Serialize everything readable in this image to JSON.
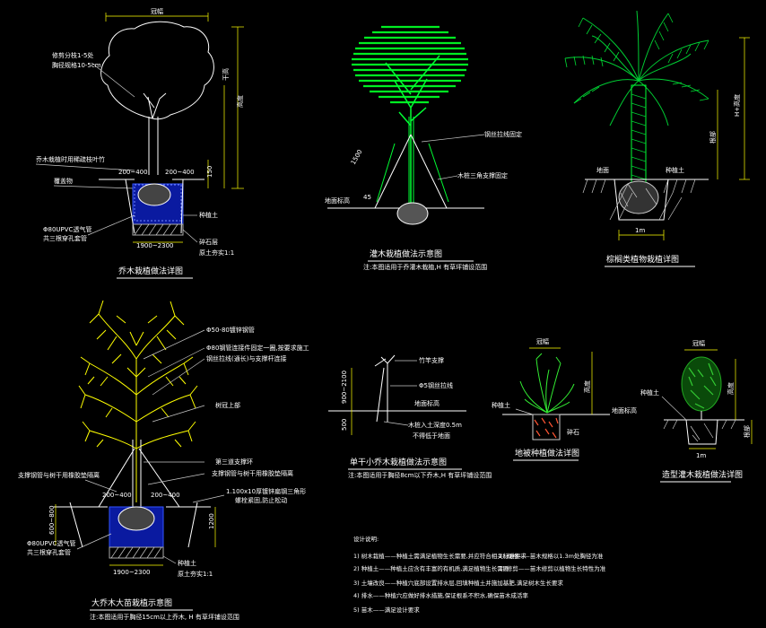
{
  "d1": {
    "title": "乔木栽植做法详图",
    "width_dim": "冠幅",
    "height_dim": "高度",
    "height_dim2": "干高",
    "root_dim": "150",
    "label_prune": "修剪分枝1-5处",
    "label_prune2": "胸径规格10-5cm",
    "label_spread": "乔木栽植时用稀疏枝叶竹",
    "label_mulch": "覆盖物",
    "label_pipe": "Φ80UPVC透气管",
    "label_pipe2": "共三根穿孔套管",
    "label_backfill": "种植土",
    "label_gravel": "碎石层",
    "label_base": "原土夯实1:1",
    "dim_l": "200~400",
    "dim_r": "200~400",
    "dim_bottom": "1900~2300"
  },
  "d2": {
    "title": "灌木栽植做法示意图",
    "subtitle": "注:本图适用于乔灌木栽植,H 有草坪铺设范围",
    "label_wire": "钢丝拉线固定",
    "label_stake": "木桩三角支撑固定",
    "label_ground": "地面标高",
    "dim_h": "1500",
    "dim_angle": "45"
  },
  "d3": {
    "title": "棕榈类植物栽植详图",
    "label_ground": "地面",
    "label_soil": "种植土",
    "dim_h": "H+高度",
    "dim_h2": "根部",
    "dim_w": "1m"
  },
  "d4": {
    "title": "大乔木大苗栽植示意图",
    "subtitle": "注:本图适用于胸径15cm以上乔木, H 有草坪铺设范围",
    "label_top": "Φ50-80镀锌钢管",
    "label_1": "Φ80钢管连接件固定一圈,按要求施工",
    "label_2": "钢丝拉线(通长)与支撑杆连接",
    "label_3": "树冠上部",
    "label_4": "第三道支撑环",
    "label_5": "支撑钢管与树干用橡胶垫隔离",
    "label_6": "1.100x10厚镀锌扁钢三角形",
    "label_7": "螺栓紧固,防止松动",
    "label_left": "支撑钢管与树干用橡胶垫隔离",
    "label_pipe": "Φ80UPVC透气管",
    "label_pipe2": "共三根穿孔套管",
    "label_soil": "种植土",
    "label_base": "原土夯实1:1",
    "dim_l": "200~400",
    "dim_r": "200~400",
    "dim_bottom": "1900~2300",
    "dim_side_l": "600~800",
    "dim_side_r": "1200"
  },
  "d5": {
    "title": "单干小乔木栽植做法示意图",
    "subtitle": "注:本图适用于胸径8cm以下乔木,H 有草坪铺设范围",
    "label_1": "竹竿支撑",
    "label_2": "Φ5钢丝拉线",
    "label_3": "地面标高",
    "label_4": "木桩入土深度0.5m",
    "label_5": "不得低于地面",
    "dim_h": "900~2100",
    "dim_b": "500"
  },
  "d6": {
    "title": "地被种植做法详图",
    "top_dim": "冠幅",
    "side_dim": "高度",
    "label_l": "种植土",
    "label_r": "地面标高",
    "label_b": "碎石"
  },
  "d7": {
    "title": "造型灌木栽植做法详图",
    "top_dim": "冠幅",
    "side_dim": "高度",
    "side_dim2": "根部",
    "label_l": "种植土",
    "dim_w": "1m"
  },
  "notes": {
    "header": "设计说明:",
    "lines": [
      "1) 树木栽植——种植土需满足植物生长需要,并应符合相关标准要求",
      "2) 种植土——种植土应含有丰富的有机质,满足植物生长需要",
      "3) 土壤改良——种植穴底部设置排水层,回填种植土并施加基肥,满足树木生长要求",
      "4) 排水——种植穴应做好排水措施,保证根系不积水,确保苗木成活率",
      "5) 苗木——满足设计要求"
    ],
    "right": [
      "2) 规格——苗木规格以1.3m处胸径为准",
      "3) 修剪——苗木修剪以植物生长特性为准"
    ]
  }
}
